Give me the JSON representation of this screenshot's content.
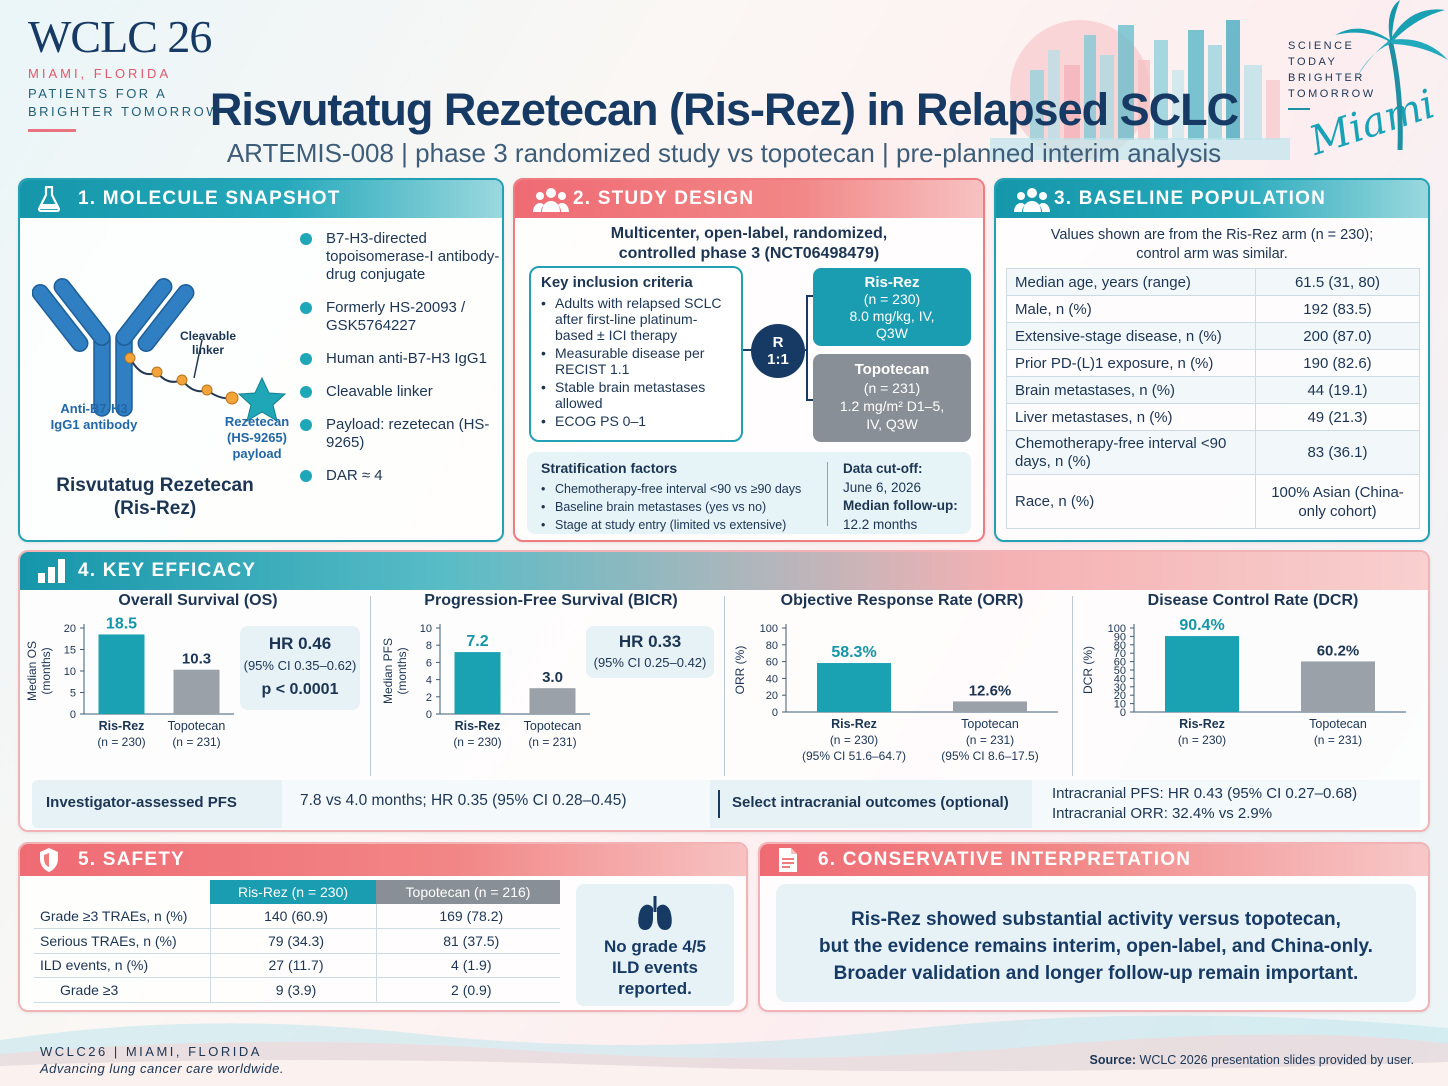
{
  "branding": {
    "logo_text": "WCLC 26",
    "location": "MIAMI, FLORIDA",
    "tagline_1": "PATIENTS FOR A",
    "tagline_2": "BRIGHTER TOMORROW",
    "side_1": "SCIENCE",
    "side_2": "TODAY",
    "side_3": "BRIGHTER",
    "side_4": "TOMORROW",
    "script": "Miami"
  },
  "title": "Risvutatug Rezetecan (Ris-Rez) in Relapsed SCLC",
  "subtitle": "ARTEMIS-008 | phase 3 randomized study vs topotecan | pre-planned interim analysis",
  "colors": {
    "teal": "#1a9db0",
    "coral": "#ef6b74",
    "navy": "#173a64",
    "gray": "#888f96",
    "bar_teal": "#1aa1b2",
    "bar_gray": "#9aa1a8"
  },
  "molecule": {
    "header": "1. MOLECULE SNAPSHOT",
    "icon": "flask-icon",
    "antibody_label_1": "Anti-B7-H3",
    "antibody_label_2": "IgG1 antibody",
    "linker_label_1": "Cleavable",
    "linker_label_2": "linker",
    "payload_label_1": "Rezetecan",
    "payload_label_2": "(HS-9265)",
    "payload_label_3": "payload",
    "name_1": "Risvutatug Rezetecan",
    "name_2": "(Ris-Rez)",
    "bullets": [
      "B7-H3-directed topoisomerase-I antibody-drug conjugate",
      "Formerly HS-20093 / GSK5764227",
      "Human anti-B7-H3 IgG1",
      "Cleavable linker",
      "Payload: rezetecan (HS-9265)",
      "DAR ≈ 4"
    ]
  },
  "design": {
    "header": "2. STUDY DESIGN",
    "icon": "people-group-icon",
    "title_1": "Multicenter, open-label, randomized,",
    "title_2": "controlled phase 3 (NCT06498479)",
    "inclusion_title": "Key inclusion criteria",
    "inclusion": [
      "Adults with relapsed SCLC after first-line platinum-based ± ICI therapy",
      "Measurable disease per RECIST 1.1",
      "Stable brain metastases allowed",
      "ECOG PS 0–1"
    ],
    "rand_1": "R",
    "rand_2": "1:1",
    "arm1_name": "Ris-Rez",
    "arm1_n": "(n = 230)",
    "arm1_dose_1": "8.0 mg/kg, IV,",
    "arm1_dose_2": "Q3W",
    "arm2_name": "Topotecan",
    "arm2_n": "(n = 231)",
    "arm2_dose_1": "1.2 mg/m² D1–5,",
    "arm2_dose_2": "IV, Q3W",
    "strat_title": "Stratification factors",
    "strat": [
      "Chemotherapy-free interval <90 vs ≥90 days",
      "Baseline brain metastases (yes vs no)",
      "Stage at study entry (limited vs extensive)"
    ],
    "cutoff_label": "Data cut-off:",
    "cutoff_value": "June 6, 2026",
    "followup_label": "Median follow-up:",
    "followup_value": "12.2 months"
  },
  "baseline": {
    "header": "3. BASELINE POPULATION",
    "icon": "people-group-icon",
    "note_1": "Values shown are from the Ris-Rez arm (n = 230);",
    "note_2": "control arm was similar.",
    "rows": [
      {
        "k": "Median age, years (range)",
        "v": "61.5 (31, 80)"
      },
      {
        "k": "Male, n (%)",
        "v": "192 (83.5)"
      },
      {
        "k": "Extensive-stage disease, n (%)",
        "v": "200 (87.0)"
      },
      {
        "k": "Prior PD-(L)1 exposure, n (%)",
        "v": "190 (82.6)"
      },
      {
        "k": "Brain metastases, n (%)",
        "v": "44 (19.1)"
      },
      {
        "k": "Liver metastases, n (%)",
        "v": "49 (21.3)"
      },
      {
        "k": "Chemotherapy-free interval <90 days, n (%)",
        "v": "83 (36.1)"
      },
      {
        "k": "Race, n (%)",
        "v": "100% Asian (China-only cohort)"
      }
    ]
  },
  "efficacy": {
    "header": "4. KEY EFFICACY",
    "icon": "bar-chart-icon",
    "os_hr": "HR 0.46",
    "os_ci": "(95% CI 0.35–0.62)",
    "os_p": "p < 0.0001",
    "pfs_hr": "HR 0.33",
    "pfs_ci": "(95% CI 0.25–0.42)",
    "inv_label": "Investigator-assessed PFS",
    "inv_value": "7.8 vs 4.0 months; HR 0.35 (95% CI 0.28–0.45)",
    "ic_label": "Select intracranial outcomes (optional)",
    "ic_pfs": "Intracranial PFS: HR 0.43 (95% CI 0.27–0.68)",
    "ic_orr": "Intracranial ORR: 32.4% vs 2.9%"
  },
  "chart_data": [
    {
      "type": "bar",
      "title": "Overall Survival (OS)",
      "ylabel": "Median OS (months)",
      "ylim": [
        0,
        20
      ],
      "yticks": [
        0,
        5,
        10,
        15,
        20
      ],
      "categories": [
        "Ris-Rez",
        "Topotecan"
      ],
      "category_notes": [
        "(n = 230)",
        "(n = 231)"
      ],
      "values": [
        18.5,
        10.3
      ],
      "labels": [
        "18.5",
        "10.3"
      ]
    },
    {
      "type": "bar",
      "title": "Progression-Free Survival (BICR)",
      "ylabel": "Median PFS (months)",
      "ylim": [
        0,
        10
      ],
      "yticks": [
        0,
        2,
        4,
        6,
        8,
        10
      ],
      "categories": [
        "Ris-Rez",
        "Topotecan"
      ],
      "category_notes": [
        "(n = 230)",
        "(n = 231)"
      ],
      "values": [
        7.2,
        3.0
      ],
      "labels": [
        "7.2",
        "3.0"
      ]
    },
    {
      "type": "bar",
      "title": "Objective Response Rate (ORR)",
      "ylabel": "ORR (%)",
      "ylim": [
        0,
        100
      ],
      "yticks": [
        0,
        20,
        40,
        60,
        80,
        100
      ],
      "categories": [
        "Ris-Rez",
        "Topotecan"
      ],
      "category_notes": [
        "(n = 230)",
        "(n = 231)"
      ],
      "category_notes_2": [
        "(95% CI 51.6–64.7)",
        "(95% CI 8.6–17.5)"
      ],
      "values": [
        58.3,
        12.6
      ],
      "labels": [
        "58.3%",
        "12.6%"
      ]
    },
    {
      "type": "bar",
      "title": "Disease Control Rate (DCR)",
      "ylabel": "DCR (%)",
      "ylim": [
        0,
        100
      ],
      "yticks": [
        0,
        10,
        20,
        30,
        40,
        50,
        60,
        70,
        80,
        90,
        100
      ],
      "categories": [
        "Ris-Rez",
        "Topotecan"
      ],
      "category_notes": [
        "(n = 230)",
        "(n = 231)"
      ],
      "values": [
        90.4,
        60.2
      ],
      "labels": [
        "90.4%",
        "60.2%"
      ]
    }
  ],
  "safety": {
    "header": "5. SAFETY",
    "icon": "shield-icon",
    "col1": "Ris-Rez (n = 230)",
    "col2": "Topotecan (n = 216)",
    "rows": [
      {
        "k": "Grade ≥3 TRAEs, n (%)",
        "a": "140 (60.9)",
        "b": "169 (78.2)"
      },
      {
        "k": "Serious TRAEs, n (%)",
        "a": "79 (34.3)",
        "b": "81 (37.5)"
      },
      {
        "k": "ILD events, n (%)",
        "a": "27 (11.7)",
        "b": "4 (1.9)"
      },
      {
        "k": "Grade ≥3",
        "a": "9 (3.9)",
        "b": "2 (0.9)"
      }
    ],
    "ild_icon": "lungs-icon",
    "ild_1": "No grade 4/5",
    "ild_2": "ILD events",
    "ild_3": "reported."
  },
  "interpretation": {
    "header": "6. CONSERVATIVE INTERPRETATION",
    "icon": "document-icon",
    "line_1": "Ris-Rez showed substantial activity versus topotecan,",
    "line_2": "but the evidence remains interim, open-label, and China-only.",
    "line_3": "Broader validation and longer follow-up remain important."
  },
  "footer": {
    "brand": "WCLC26  |  MIAMI, FLORIDA",
    "tagline": "Advancing lung cancer care worldwide.",
    "source_label": "Source:",
    "source_text": "WCLC 2026 presentation slides provided by user."
  }
}
